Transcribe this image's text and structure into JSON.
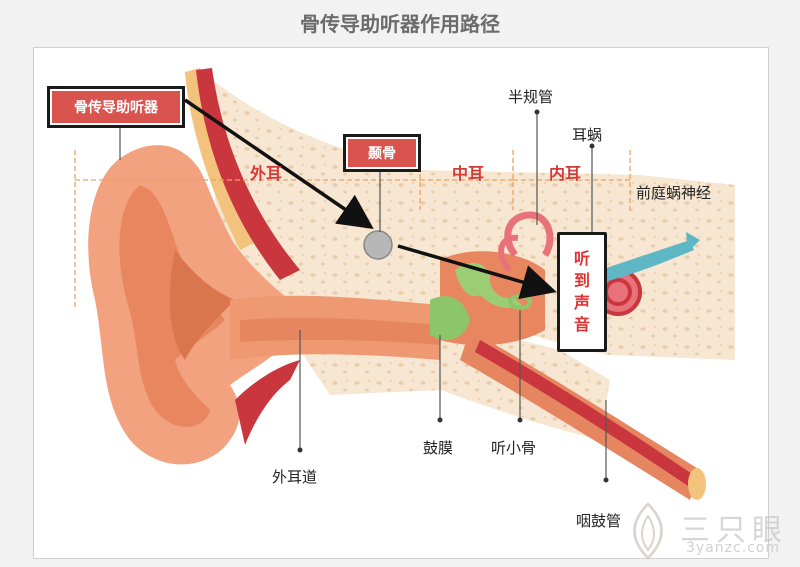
{
  "title": "骨传导助听器作用路径",
  "labels": {
    "device": "骨传导助听器",
    "temporal_bone": "颞骨",
    "outer_ear": "外耳",
    "middle_ear": "中耳",
    "inner_ear": "内耳",
    "semicircular_canals": "半规管",
    "cochlea": "耳蜗",
    "vestibulocochlear_nerve": "前庭蜗神经",
    "eardrum": "鼓膜",
    "ossicles": "听小骨",
    "ear_canal": "外耳道",
    "eustachian_tube": "咽鼓管",
    "hear_sound": [
      "听",
      "到",
      "声",
      "音"
    ]
  },
  "watermark": {
    "text": "三只眼",
    "url": "3yanzc.com"
  },
  "colors": {
    "skin": "#f2a27e",
    "skin_dark": "#d9764e",
    "bone": "#f6e6cf",
    "bone_dot": "#e6c7a4",
    "red_tissue": "#c9363e",
    "eardrum": "#8cc56a",
    "nerve": "#5fb7c6",
    "accent": "#e03434",
    "guide_line": "#f0a060"
  }
}
